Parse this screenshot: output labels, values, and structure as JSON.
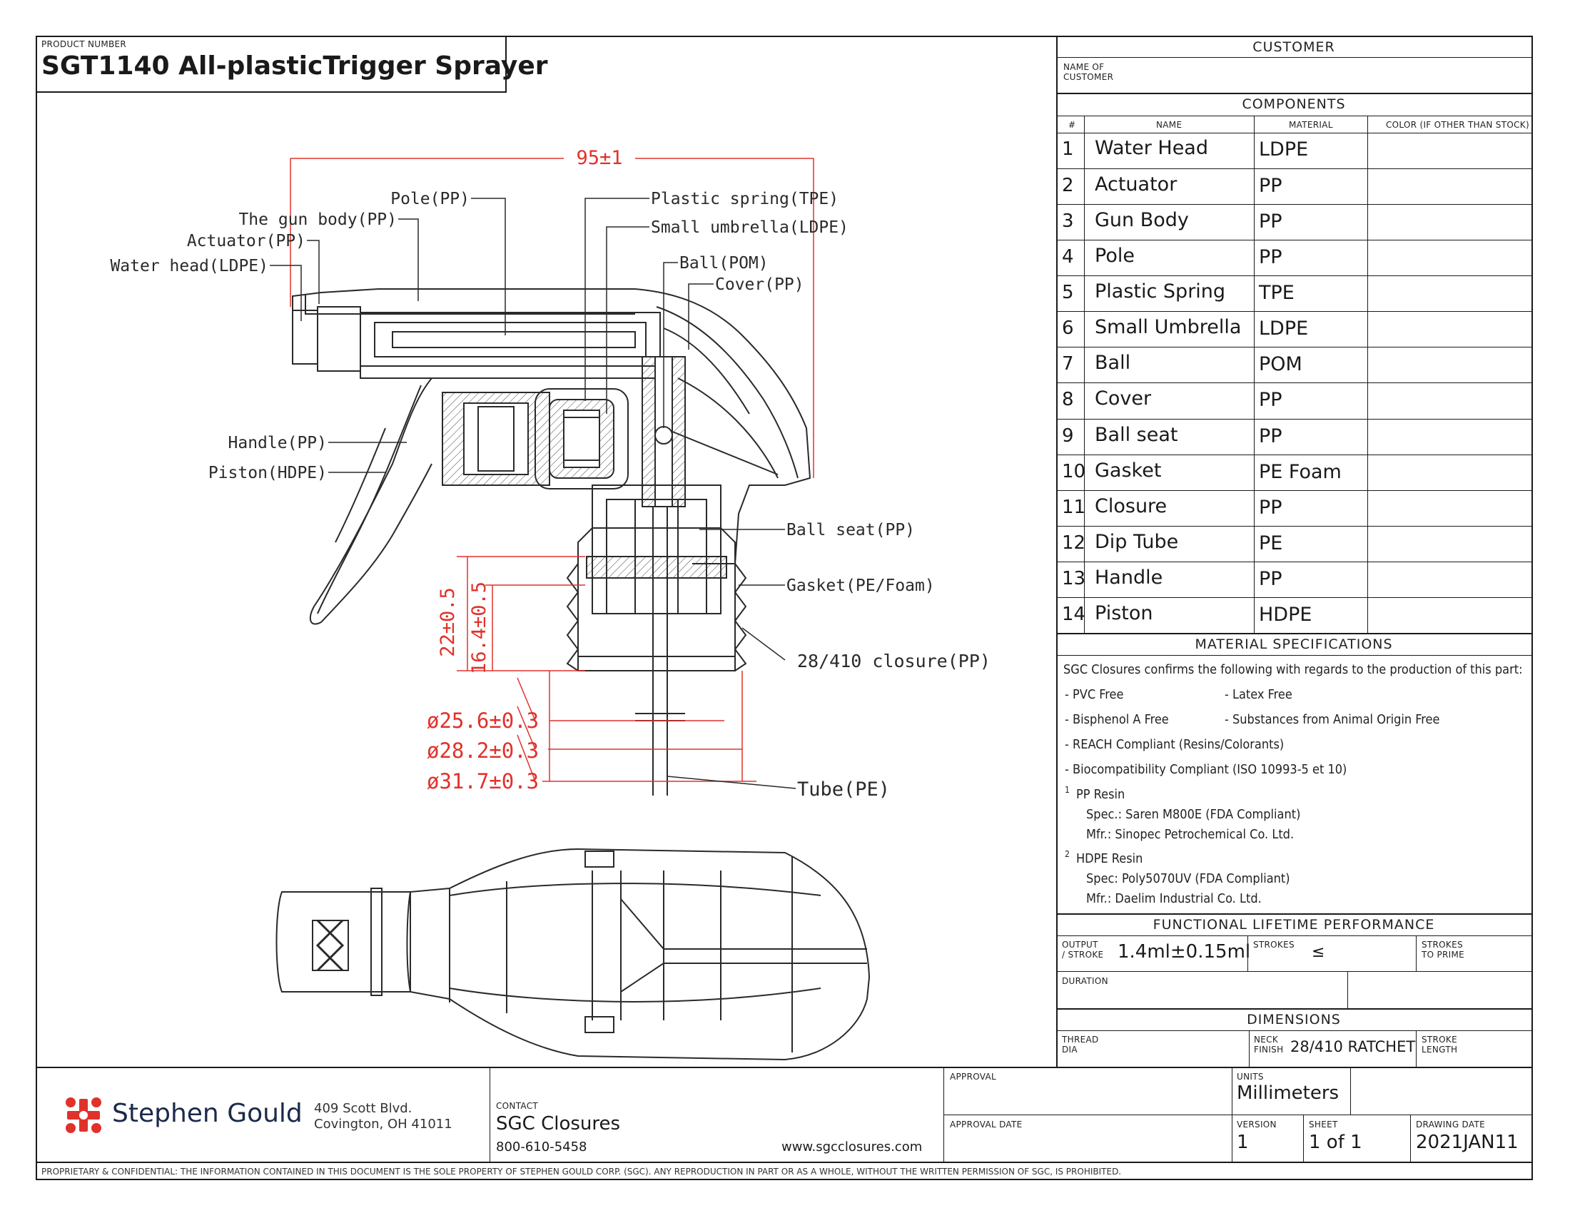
{
  "header": {
    "product_number_label": "PRODUCT NUMBER",
    "title": "SGT1140 All-plasticTrigger Sprayer"
  },
  "customer": {
    "section_title": "CUSTOMER",
    "name_label_1": "NAME OF",
    "name_label_2": "CUSTOMER",
    "name_value": ""
  },
  "components": {
    "section_title": "COMPONENTS",
    "columns": [
      "#",
      "NAME",
      "MATERIAL",
      "COLOR (IF OTHER THAN STOCK)"
    ],
    "rows": [
      {
        "num": "1",
        "name": "Water Head",
        "material": "LDPE",
        "color": ""
      },
      {
        "num": "2",
        "name": "Actuator",
        "material": "PP",
        "color": ""
      },
      {
        "num": "3",
        "name": "Gun Body",
        "material": "PP",
        "color": ""
      },
      {
        "num": "4",
        "name": "Pole",
        "material": "PP",
        "color": ""
      },
      {
        "num": "5",
        "name": "Plastic Spring",
        "material": "TPE",
        "color": ""
      },
      {
        "num": "6",
        "name": "Small Umbrella",
        "material": "LDPE",
        "color": ""
      },
      {
        "num": "7",
        "name": "Ball",
        "material": "POM",
        "color": ""
      },
      {
        "num": "8",
        "name": "Cover",
        "material": "PP",
        "color": ""
      },
      {
        "num": "9",
        "name": "Ball seat",
        "material": "PP",
        "color": ""
      },
      {
        "num": "10",
        "name": "Gasket",
        "material": "PE Foam",
        "color": ""
      },
      {
        "num": "11",
        "name": "Closure",
        "material": "PP",
        "color": ""
      },
      {
        "num": "12",
        "name": "Dip Tube",
        "material": "PE",
        "color": ""
      },
      {
        "num": "13",
        "name": "Handle",
        "material": "PP",
        "color": ""
      },
      {
        "num": "14",
        "name": "Piston",
        "material": "HDPE",
        "color": ""
      }
    ]
  },
  "material_specs": {
    "section_title": "MATERIAL SPECIFICATIONS",
    "intro": "SGC Closures confirms the following with regards to the production of this part:",
    "items": [
      "- PVC Free",
      "- Latex Free",
      "- Bisphenol A Free",
      "- Substances from Animal Origin Free",
      "- REACH Compliant (Resins/Colorants)",
      "- Biocompatibility Compliant (ISO 10993-5 et 10)"
    ],
    "resin1_sup": "1",
    "resin1_title": "PP Resin",
    "resin1_spec": "Spec.: Saren M800E (FDA Compliant)",
    "resin1_mfr": "Mfr.: Sinopec Petrochemical Co. Ltd.",
    "resin2_sup": "2",
    "resin2_title": "HDPE Resin",
    "resin2_spec": "Spec: Poly5070UV (FDA Compliant)",
    "resin2_mfr": "Mfr.: Daelim Industrial Co. Ltd."
  },
  "performance": {
    "section_title": "FUNCTIONAL LIFETIME PERFORMANCE",
    "output_label_1": "OUTPUT",
    "output_label_2": "/ STROKE",
    "output_value": "1.4ml±0.15ml",
    "strokes_label": "STROKES",
    "strokes_value": "≤",
    "prime_label_1": "STROKES",
    "prime_label_2": "TO PRIME",
    "prime_value": "",
    "duration_label": "DURATION",
    "duration_value": ""
  },
  "dimensions": {
    "section_title": "DIMENSIONS",
    "thread_label_1": "THREAD",
    "thread_label_2": "DIA",
    "neck_label_1": "NECK",
    "neck_label_2": "FINISH",
    "neck_value": "28/410 RATCHET",
    "stroke_label_1": "STROKE",
    "stroke_label_2": "LENGTH"
  },
  "footer": {
    "company": "Stephen Gould",
    "address_1": "409 Scott Blvd.",
    "address_2": "Covington, OH 41011",
    "contact_label": "CONTACT",
    "contact_name": "SGC Closures",
    "contact_phone": "800-610-5458",
    "website": "www.sgcclosures.com",
    "approval_label": "APPROVAL",
    "approval_date_label": "APPROVAL DATE",
    "units_label": "UNITS",
    "units_value": "Millimeters",
    "version_label": "VERSION",
    "version_value": "1",
    "sheet_label": "SHEET",
    "sheet_value": "1 of 1",
    "drawing_date_label": "DRAWING DATE",
    "drawing_date_value": "2021JAN11",
    "disclaimer": "PROPRIETARY & CONFIDENTIAL: THE INFORMATION CONTAINED IN THIS DOCUMENT IS THE SOLE PROPERTY OF STEPHEN GOULD CORP. (SGC). ANY REPRODUCTION IN PART OR AS A WHOLE, WITHOUT THE WRITTEN PERMISSION OF SGC, IS PROHIBITED."
  },
  "drawing": {
    "dim_width": "95±1",
    "dim_height_1": "22±0.5",
    "dim_height_2": "16.4±0.5",
    "dim_dia_1": "ø25.6±0.3",
    "dim_dia_2": "ø28.2±0.3",
    "dim_dia_3": "ø31.7±0.3",
    "labels": {
      "pole": "Pole(PP)",
      "gun_body": "The gun body(PP)",
      "actuator": "Actuator(PP)",
      "water_head": "Water head(LDPE)",
      "plastic_spring": "Plastic spring(TPE)",
      "small_umbrella": "Small umbrella(LDPE)",
      "ball": "Ball(POM)",
      "cover": "Cover(PP)",
      "handle": "Handle(PP)",
      "piston": "Piston(HDPE)",
      "ball_seat": "Ball seat(PP)",
      "gasket": "Gasket(PE/Foam)",
      "closure": "28/410 closure(PP)",
      "tube": "Tube(PE)"
    },
    "colors": {
      "dimension": "#e0322b",
      "line": "#2a2a2a"
    }
  }
}
